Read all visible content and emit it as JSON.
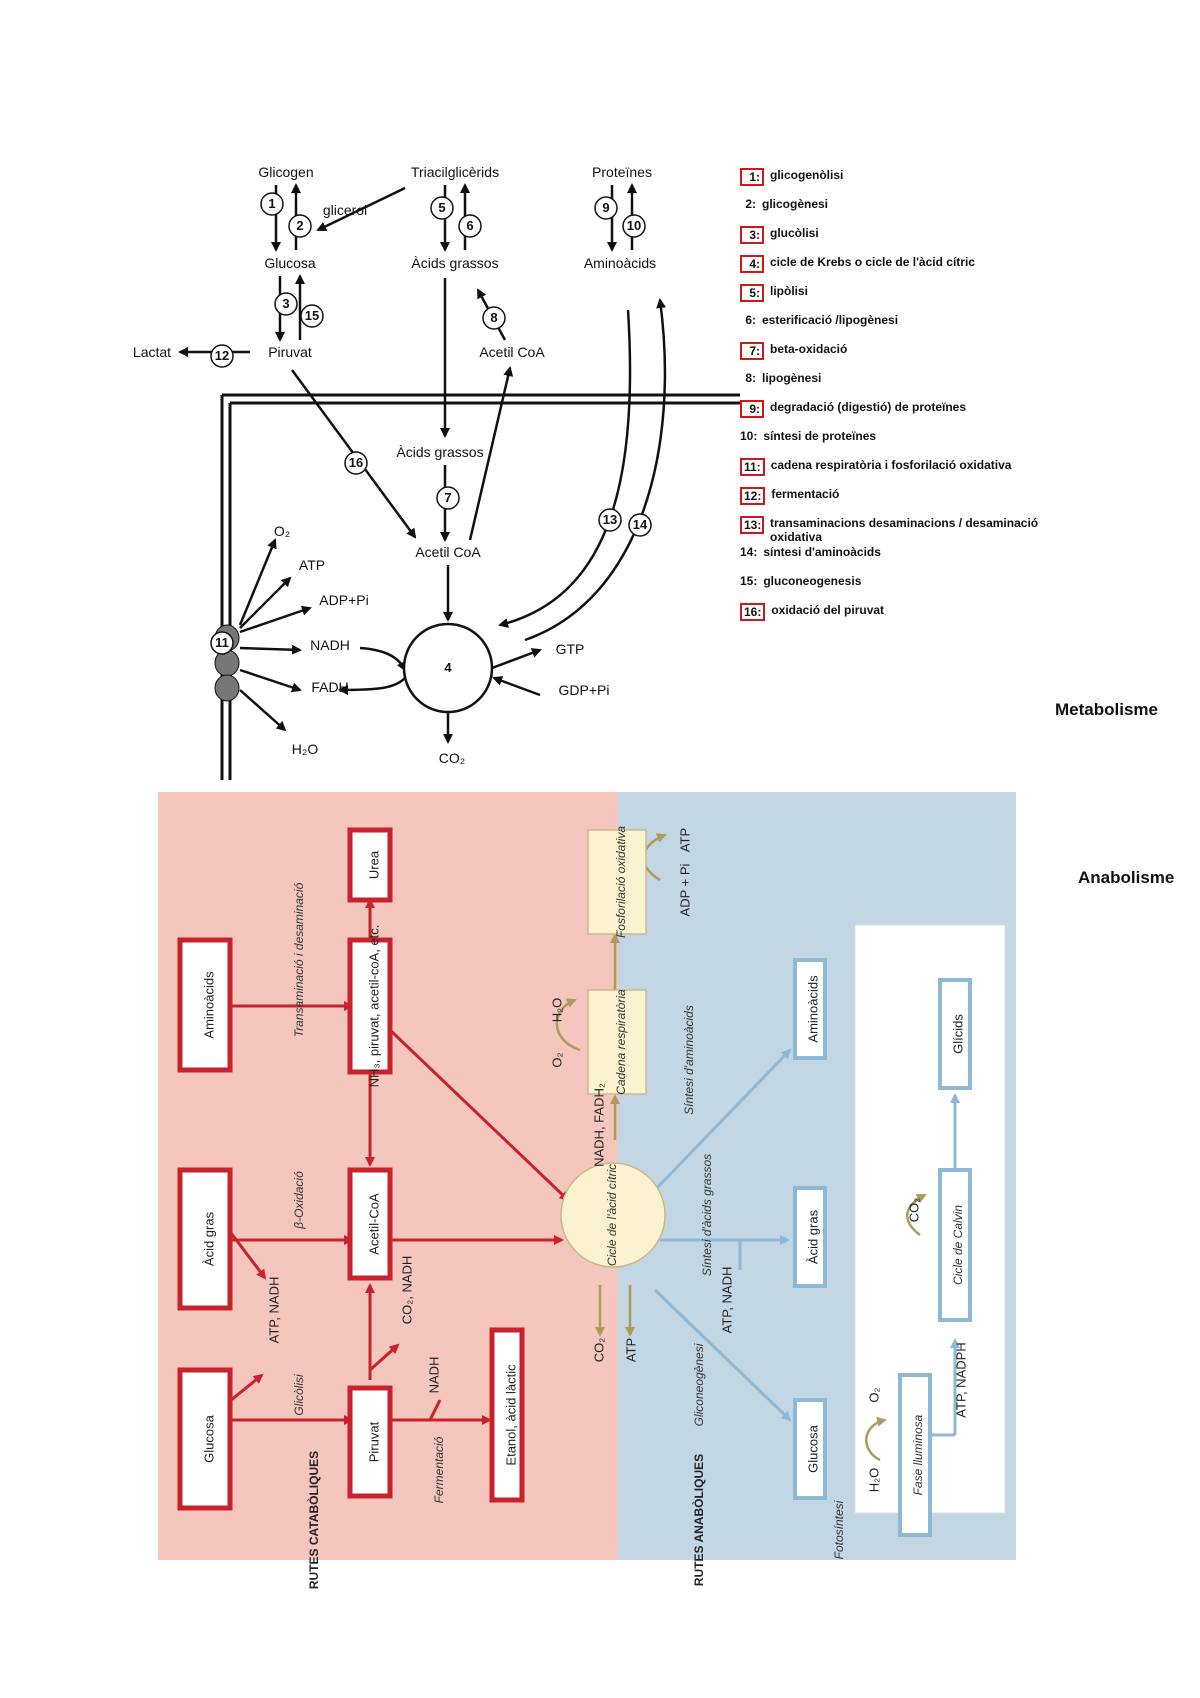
{
  "top_diagram": {
    "nodes": {
      "glicogen": "Glicogen",
      "triacilgliserids": "Triacilglicèrids",
      "proteines": "Proteïnes",
      "glicerol": "glicerol",
      "glucosa": "Glucosa",
      "acids_grassos": "Àcids grassos",
      "aminoacids": "Aminoàcids",
      "lactat": "Lactat",
      "piruvat": "Piruvat",
      "acetil_coa_top": "Acetil CoA",
      "acids_grassos_mito": "Àcids grassos",
      "acetil_coa": "Acetil CoA",
      "o2": "O₂",
      "atp": "ATP",
      "adp_pi": "ADP+Pi",
      "nadh": "NADH",
      "fadh": "FADH",
      "h2o": "H₂O",
      "gtp": "GTP",
      "gdp_pi": "GDP+Pi",
      "co2": "CO₂"
    },
    "numbers": [
      "1",
      "2",
      "5",
      "6",
      "9",
      "10",
      "3",
      "15",
      "8",
      "12",
      "16",
      "7",
      "13",
      "14",
      "11",
      "4"
    ]
  },
  "legend": [
    {
      "num": "1:",
      "text": "glicogenòlisi",
      "boxed": true
    },
    {
      "num": "2:",
      "text": "glicogènesi",
      "boxed": false
    },
    {
      "num": "3:",
      "text": "glucòlisi",
      "boxed": true
    },
    {
      "num": "4:",
      "text": "cicle de Krebs o cicle de l'àcid cítric",
      "boxed": true
    },
    {
      "num": "5:",
      "text": "lipòlisi",
      "boxed": true
    },
    {
      "num": "6:",
      "text": "esterificació /lipogènesi",
      "boxed": false
    },
    {
      "num": "7:",
      "text": "beta-oxidació",
      "boxed": true
    },
    {
      "num": "8:",
      "text": "lipogènesi",
      "boxed": false
    },
    {
      "num": "9:",
      "text": "degradació (digestió) de proteïnes",
      "boxed": true
    },
    {
      "num": "10:",
      "text": "síntesi de proteïnes",
      "boxed": false
    },
    {
      "num": "11:",
      "text": "cadena respiratòria i fosforilació oxidativa",
      "boxed": true
    },
    {
      "num": "12:",
      "text": "fermentació",
      "boxed": true
    },
    {
      "num": "13:",
      "text": "transaminacions desaminacions / desaminació oxidativa",
      "boxed": true
    },
    {
      "num": "14:",
      "text": "síntesi d'aminoàcids",
      "boxed": false
    },
    {
      "num": "15:",
      "text": "gluconeogenesis",
      "boxed": false
    },
    {
      "num": "16:",
      "text": "oxidació del piruvat",
      "boxed": true
    }
  ],
  "side_labels": {
    "metabolisme": "Metabolisme",
    "anabolisme": "Anabolisme"
  },
  "bottom_diagram": {
    "boxes": {
      "aminoacids_l": "Aminoàcids",
      "acid_gras_l": "Àcid gras",
      "glucosa_l": "Glucosa",
      "urea": "Urea",
      "nh3": "NH₃, piruvat, acetil-coA, etc.",
      "acetil_coa": "Acetil-CoA",
      "piruvat": "Piruvat",
      "etanol": "Etanol, àcid làctic",
      "fosforilacio": "Fosforilació oxidativa",
      "cadena": "Cadena respiratòria",
      "aminoacids_r": "Aminoàcids",
      "acid_gras_r": "Àcid gras",
      "glucosa_r": "Glucosa",
      "glicids": "Glícids",
      "calvin": "Cicle de Calvin",
      "fase_lum": "Fase lluminosa",
      "cicle": "Cicle de l'àcid cítric"
    },
    "labels": {
      "transaminacio": "Transaminació i desaminació",
      "beta_ox": "β-Oxidació",
      "atp_nadh_1": "ATP, NADH",
      "glicolisi": "Glicòlisi",
      "co2_nadh": "CO₂, NADH",
      "nadh": "NADH",
      "fermentacio": "Fermentació",
      "rutes_cat": "RUTES CATABÒLIQUES",
      "h2o": "H₂O",
      "o2": "O₂",
      "atp_top": "ATP",
      "adp_pi": "ADP + Pi",
      "nadh_fadh": "NADH, FADH₂",
      "sintesi_aa": "Síntesi d'aminoàcids",
      "sintesi_ag": "Síntesi d'àcids grassos",
      "atp_nadh_2": "ATP, NADH",
      "gluconeo": "Gliconeogènesi",
      "co2_b": "CO₂",
      "atp_b": "ATP",
      "rutes_ana": "RUTES ANABÒLIQUES",
      "fotosintesi": "Fotosíntesi",
      "co2_calvin": "CO₂",
      "atp_nadph": "ATP, NADPH",
      "h2o_fase": "H₂O",
      "o2_fase": "O₂"
    }
  },
  "colors": {
    "catabolic_bg": "#f4c6bd",
    "anabolic_bg": "#c3d6e4",
    "red": "#c8232c",
    "blue": "#8db8d6",
    "yellow": "#fbf3cf"
  }
}
